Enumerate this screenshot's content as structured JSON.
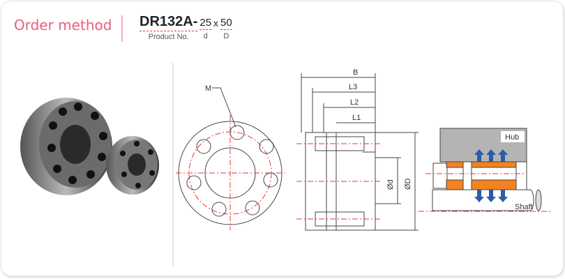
{
  "header": {
    "title": "Order method",
    "product_code": "DR132A-",
    "d_value": "25",
    "separator": "x",
    "D_value": "50",
    "labels": {
      "product": "Product No.",
      "d": "d",
      "D": "D"
    }
  },
  "drawing": {
    "front_label": "M",
    "side_labels": {
      "B": "B",
      "L3": "L3",
      "L2": "L2",
      "L1": "L1",
      "d": "Ød",
      "D": "ØD"
    },
    "section_labels": {
      "hub": "Hub",
      "shaft": "Shaft"
    }
  },
  "colors": {
    "accent": "#e8607a",
    "orange": "#f58220",
    "arrow": "#2e5aa8",
    "hub": "#b4b4b4"
  }
}
